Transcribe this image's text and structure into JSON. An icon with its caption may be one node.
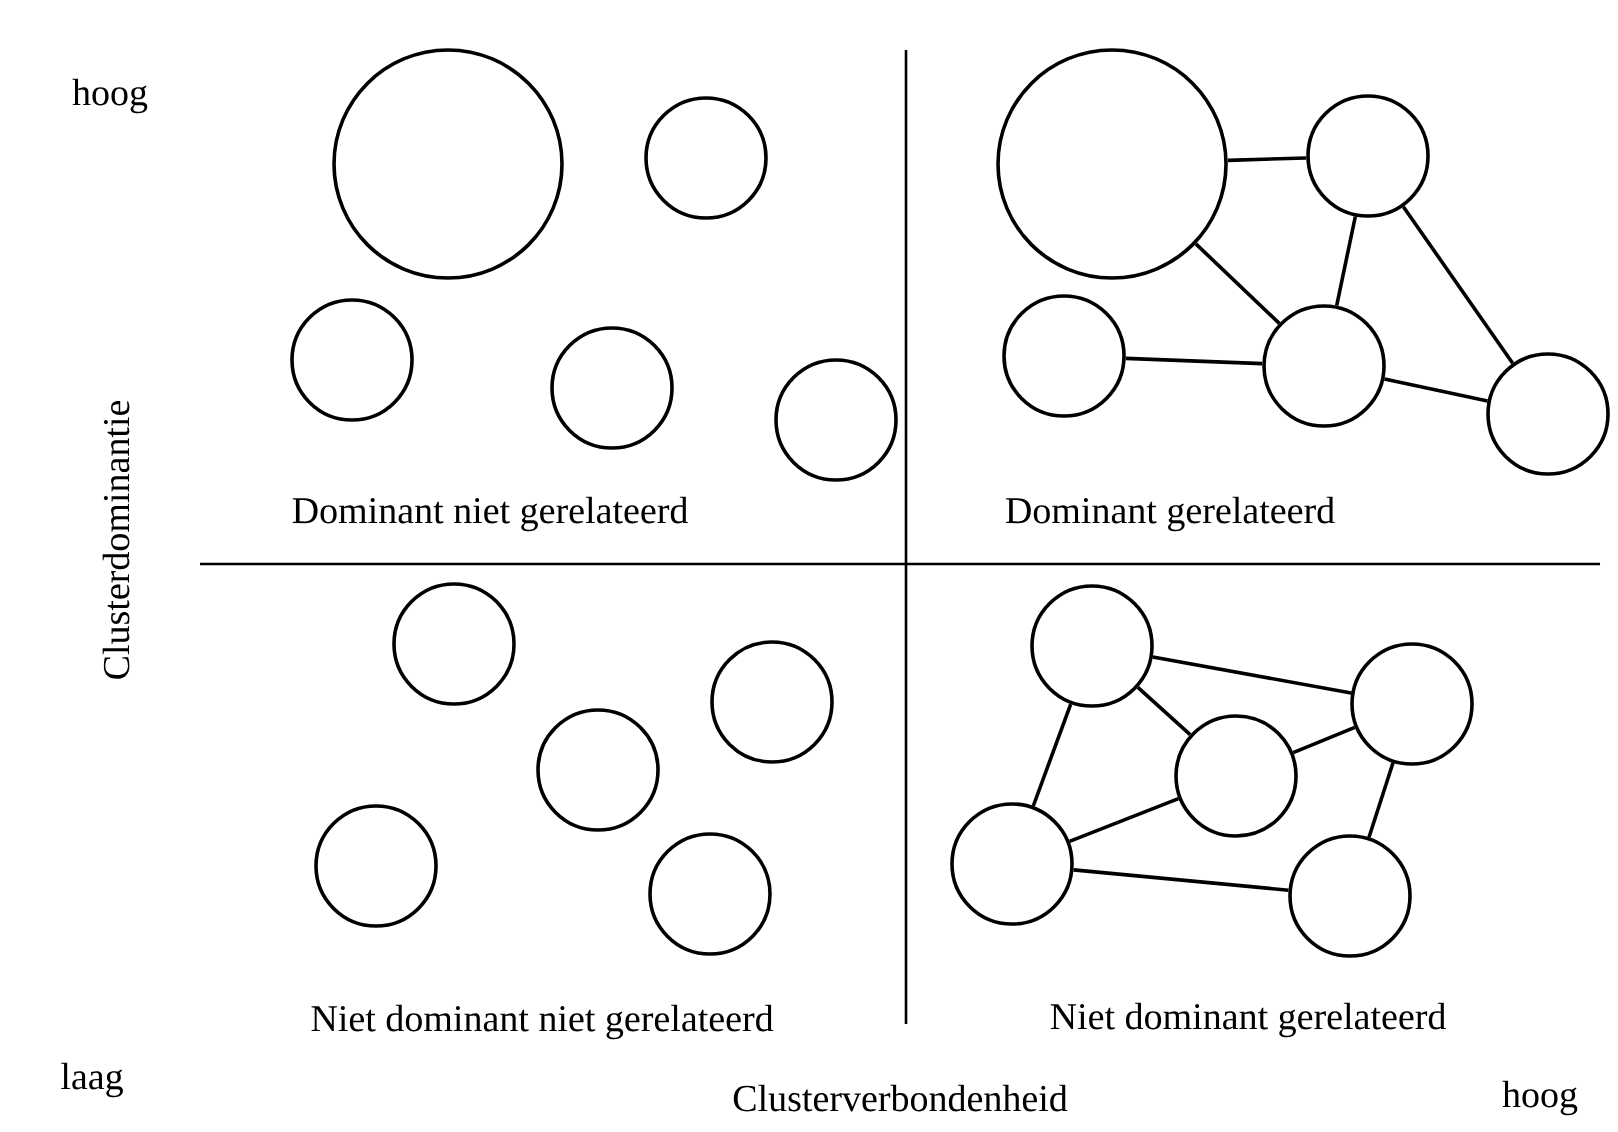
{
  "diagram": {
    "nodes": [
      {
        "text": [],
        "shape": "circle"
      },
      {
        "text": [],
        "shape": "circle"
      },
      {
        "text": [],
        "shape": "circle"
      },
      {
        "text": [],
        "shape": "circle"
      },
      {
        "text": [],
        "shape": "circle"
      },
      {
        "text": [],
        "shape": "circle"
      },
      {
        "text": [],
        "shape": "circle"
      },
      {
        "text": [],
        "shape": "circle"
      },
      {
        "text": [],
        "shape": "circle"
      },
      {
        "text": [],
        "shape": "circle"
      },
      {
        "text": [],
        "shape": "circle"
      },
      {
        "text": [],
        "shape": "circle"
      },
      {
        "text": [],
        "shape": "circle"
      },
      {
        "text": [],
        "shape": "circle"
      },
      {
        "text": [],
        "shape": "circle"
      },
      {
        "text": [],
        "shape": "circle"
      },
      {
        "text": [],
        "shape": "circle"
      },
      {
        "text": [],
        "shape": "circle"
      },
      {
        "text": [],
        "shape": "circle"
      },
      {
        "text": [],
        "shape": "circle"
      }
    ],
    "edges": [
      {
        "from": 5,
        "to": 6,
        "arrow": "none"
      },
      {
        "from": 5,
        "to": 8,
        "arrow": "none"
      },
      {
        "from": 6,
        "to": 8,
        "arrow": "none"
      },
      {
        "from": 6,
        "to": 9,
        "arrow": "none"
      },
      {
        "from": 7,
        "to": 8,
        "arrow": "none"
      },
      {
        "from": 8,
        "to": 9,
        "arrow": "none"
      },
      {
        "from": 15,
        "to": 16,
        "arrow": "none"
      },
      {
        "from": 15,
        "to": 17,
        "arrow": "none"
      },
      {
        "from": 15,
        "to": 18,
        "arrow": "none"
      },
      {
        "from": 17,
        "to": 16,
        "arrow": "none"
      },
      {
        "from": 17,
        "to": 18,
        "arrow": "none"
      },
      {
        "from": 16,
        "to": 19,
        "arrow": "none"
      },
      {
        "from": 18,
        "to": 19,
        "arrow": "none"
      }
    ],
    "labels": [
      "hoog",
      "Clusterdominantie",
      "Dominant niet gerelateerd",
      "Dominant gerelateerd",
      "Niet dominant niet gerelateerd",
      "Niet dominant gerelateerd",
      "laag",
      "Clusterverbondenheid",
      "hoog"
    ]
  }
}
